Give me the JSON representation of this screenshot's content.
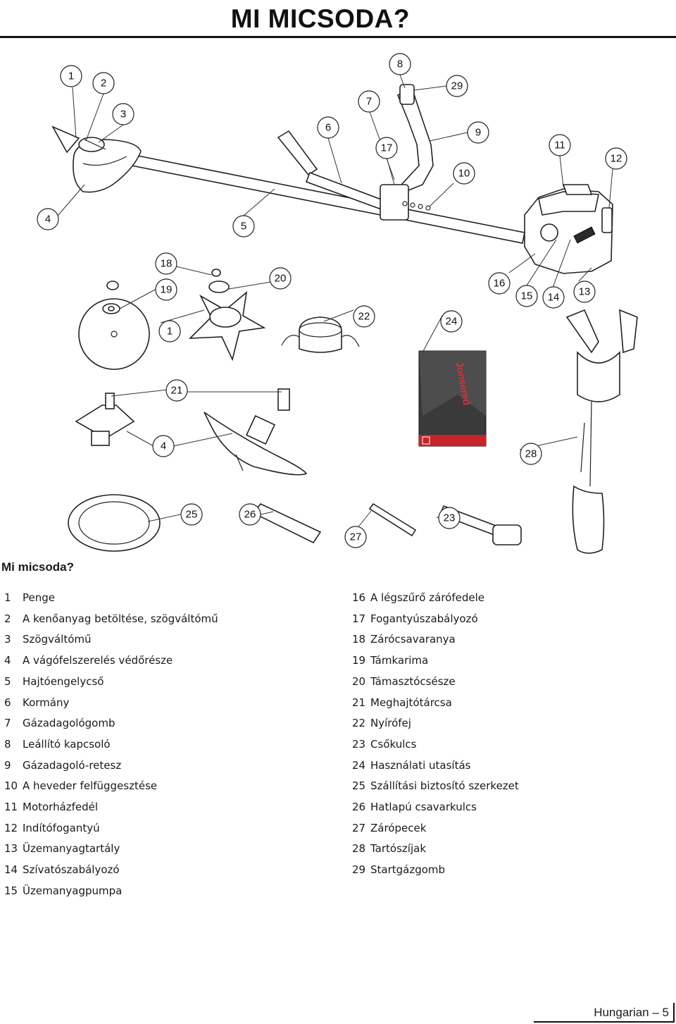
{
  "page": {
    "title": "MI MICSODA?",
    "section_heading": "Mi micsoda?",
    "footer": "Hungarian – 5"
  },
  "callouts": [
    "1",
    "2",
    "3",
    "4",
    "5",
    "6",
    "7",
    "8",
    "29",
    "9",
    "17",
    "10",
    "11",
    "12",
    "18",
    "19",
    "20",
    "16",
    "15",
    "14",
    "13",
    "22",
    "24",
    "1",
    "21",
    "4",
    "28",
    "25",
    "26",
    "27",
    "23"
  ],
  "manual_cover": {
    "brand": "Jonsered"
  },
  "legend_left": [
    {
      "num": "1",
      "text": "Penge"
    },
    {
      "num": "2",
      "text": "A kenőanyag betöltése, szögváltómű"
    },
    {
      "num": "3",
      "text": "Szögváltómű"
    },
    {
      "num": "4",
      "text": "A vágófelszerelés védőrésze"
    },
    {
      "num": "5",
      "text": "Hajtóengelycső"
    },
    {
      "num": "6",
      "text": "Kormány"
    },
    {
      "num": "7",
      "text": "Gázadagológomb"
    },
    {
      "num": "8",
      "text": "Leállító kapcsoló"
    },
    {
      "num": "9",
      "text": "Gázadagoló-retesz"
    },
    {
      "num": "10",
      "text": "A heveder felfüggesztése"
    },
    {
      "num": "11",
      "text": "Motorházfedél"
    },
    {
      "num": "12",
      "text": "Indítófogantyú"
    },
    {
      "num": "13",
      "text": "Üzemanyagtartály"
    },
    {
      "num": "14",
      "text": "Szívatószabályozó"
    },
    {
      "num": "15",
      "text": "Üzemanyagpumpa"
    }
  ],
  "legend_right": [
    {
      "num": "16",
      "text": "A légszűrő zárófedele"
    },
    {
      "num": "17",
      "text": "Fogantyúszabályozó"
    },
    {
      "num": "18",
      "text": "Zárócsavaranya"
    },
    {
      "num": "19",
      "text": "Támkarima"
    },
    {
      "num": "20",
      "text": "Támasztócsésze"
    },
    {
      "num": "21",
      "text": "Meghajtótárcsa"
    },
    {
      "num": "22",
      "text": "Nyírófej"
    },
    {
      "num": "23",
      "text": "Csőkulcs"
    },
    {
      "num": "24",
      "text": "Használati utasítás"
    },
    {
      "num": "25",
      "text": "Szállítási biztosító szerkezet"
    },
    {
      "num": "26",
      "text": "Hatlapú csavarkulcs"
    },
    {
      "num": "27",
      "text": "Zárópecek"
    },
    {
      "num": "28",
      "text": "Tartószíjak"
    },
    {
      "num": "29",
      "text": "Startgázgomb"
    }
  ]
}
